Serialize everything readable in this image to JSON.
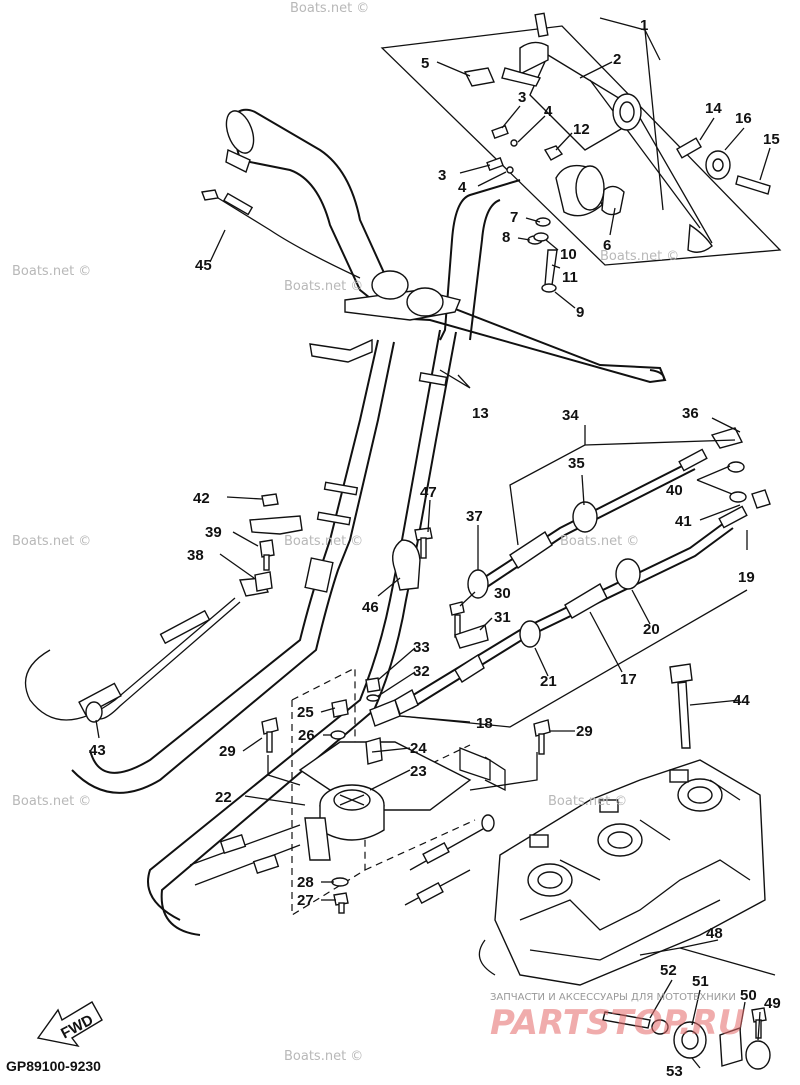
{
  "diagram": {
    "code": "GP89100-9230",
    "fwd_label": "FWD",
    "watermarks": [
      "Boats.net ©",
      "Boats.net ©",
      "Boats.net ©",
      "Boats.net ©",
      "Boats.net ©",
      "Boats.net ©",
      "Boats.net ©",
      "Boats.net ©",
      "Boats.net ©",
      "Boats.net ©"
    ],
    "brand": {
      "main": "PARTSTOP.RU",
      "sub": "ЗАПЧАСТИ И АКСЕССУАРЫ ДЛЯ МОТОТЕХНИКИ"
    },
    "callouts": [
      {
        "id": "1",
        "text": "1"
      },
      {
        "id": "2",
        "text": "2"
      },
      {
        "id": "3a",
        "text": "3"
      },
      {
        "id": "3b",
        "text": "3"
      },
      {
        "id": "4a",
        "text": "4"
      },
      {
        "id": "4b",
        "text": "4"
      },
      {
        "id": "5",
        "text": "5"
      },
      {
        "id": "6",
        "text": "6"
      },
      {
        "id": "7",
        "text": "7"
      },
      {
        "id": "8",
        "text": "8"
      },
      {
        "id": "9",
        "text": "9"
      },
      {
        "id": "10",
        "text": "10"
      },
      {
        "id": "11",
        "text": "11"
      },
      {
        "id": "12",
        "text": "12"
      },
      {
        "id": "13",
        "text": "13"
      },
      {
        "id": "14",
        "text": "14"
      },
      {
        "id": "15",
        "text": "15"
      },
      {
        "id": "16",
        "text": "16"
      },
      {
        "id": "17",
        "text": "17"
      },
      {
        "id": "18",
        "text": "18"
      },
      {
        "id": "19",
        "text": "19"
      },
      {
        "id": "20",
        "text": "20"
      },
      {
        "id": "21",
        "text": "21"
      },
      {
        "id": "22",
        "text": "22"
      },
      {
        "id": "23",
        "text": "23"
      },
      {
        "id": "24",
        "text": "24"
      },
      {
        "id": "25",
        "text": "25"
      },
      {
        "id": "26",
        "text": "26"
      },
      {
        "id": "27",
        "text": "27"
      },
      {
        "id": "28",
        "text": "28"
      },
      {
        "id": "29a",
        "text": "29"
      },
      {
        "id": "29b",
        "text": "29"
      },
      {
        "id": "30",
        "text": "30"
      },
      {
        "id": "31",
        "text": "31"
      },
      {
        "id": "32",
        "text": "32"
      },
      {
        "id": "33",
        "text": "33"
      },
      {
        "id": "34",
        "text": "34"
      },
      {
        "id": "35",
        "text": "35"
      },
      {
        "id": "36",
        "text": "36"
      },
      {
        "id": "37",
        "text": "37"
      },
      {
        "id": "38",
        "text": "38"
      },
      {
        "id": "39",
        "text": "39"
      },
      {
        "id": "40",
        "text": "40"
      },
      {
        "id": "41",
        "text": "41"
      },
      {
        "id": "42",
        "text": "42"
      },
      {
        "id": "43",
        "text": "43"
      },
      {
        "id": "44",
        "text": "44"
      },
      {
        "id": "45",
        "text": "45"
      },
      {
        "id": "46",
        "text": "46"
      },
      {
        "id": "47",
        "text": "47"
      },
      {
        "id": "48",
        "text": "48"
      },
      {
        "id": "49",
        "text": "49"
      },
      {
        "id": "50",
        "text": "50"
      },
      {
        "id": "51",
        "text": "51"
      },
      {
        "id": "52",
        "text": "52"
      },
      {
        "id": "53",
        "text": "53"
      }
    ]
  }
}
